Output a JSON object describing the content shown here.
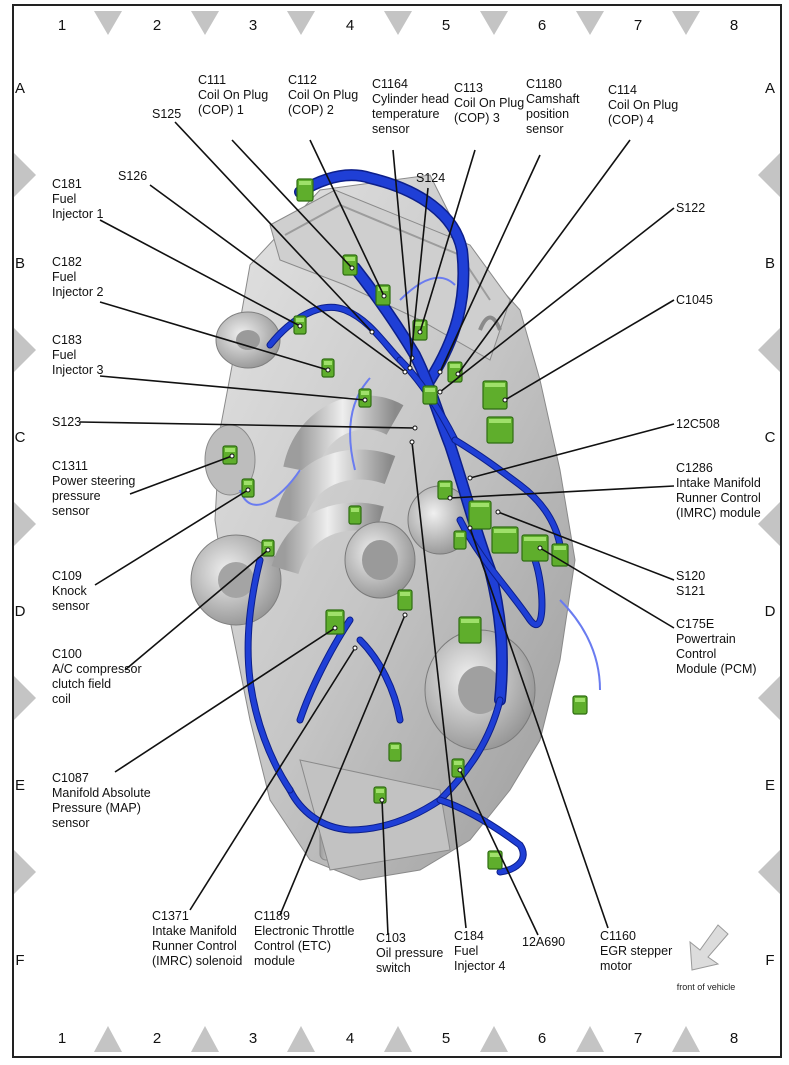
{
  "grid": {
    "columns": [
      "1",
      "2",
      "3",
      "4",
      "5",
      "6",
      "7",
      "8"
    ],
    "rows": [
      "A",
      "B",
      "C",
      "D",
      "E",
      "F"
    ]
  },
  "callouts": [
    {
      "id": "c111",
      "lines": [
        "C111",
        "Coil On Plug",
        "(COP) 1"
      ]
    },
    {
      "id": "c112",
      "lines": [
        "C112",
        "Coil On Plug",
        "(COP) 2"
      ]
    },
    {
      "id": "c1164",
      "lines": [
        "C1164",
        "Cylinder head",
        "temperature",
        "sensor"
      ]
    },
    {
      "id": "c113",
      "lines": [
        "C113",
        "Coil On Plug",
        "(COP) 3"
      ]
    },
    {
      "id": "c1180",
      "lines": [
        "C1180",
        "Camshaft",
        "position",
        "sensor"
      ]
    },
    {
      "id": "c114",
      "lines": [
        "C114",
        "Coil On Plug",
        "(COP) 4"
      ]
    },
    {
      "id": "s125",
      "lines": [
        "S125"
      ]
    },
    {
      "id": "s126",
      "lines": [
        "S126"
      ]
    },
    {
      "id": "s124",
      "lines": [
        "S124"
      ]
    },
    {
      "id": "s122",
      "lines": [
        "S122"
      ]
    },
    {
      "id": "c181",
      "lines": [
        "C181",
        "Fuel",
        "Injector 1"
      ]
    },
    {
      "id": "c182",
      "lines": [
        "C182",
        "Fuel",
        "Injector 2"
      ]
    },
    {
      "id": "c183",
      "lines": [
        "C183",
        "Fuel",
        "Injector 3"
      ]
    },
    {
      "id": "c1045",
      "lines": [
        "C1045"
      ]
    },
    {
      "id": "s123",
      "lines": [
        "S123"
      ]
    },
    {
      "id": "c12c508",
      "lines": [
        "12C508"
      ]
    },
    {
      "id": "c1311",
      "lines": [
        "C1311",
        "Power steering",
        "pressure",
        "sensor"
      ]
    },
    {
      "id": "c1286",
      "lines": [
        "C1286",
        "Intake Manifold",
        "Runner Control",
        "(IMRC) module"
      ]
    },
    {
      "id": "c109",
      "lines": [
        "C109",
        "Knock",
        "sensor"
      ]
    },
    {
      "id": "s120",
      "lines": [
        "S120",
        "S121"
      ]
    },
    {
      "id": "c175e",
      "lines": [
        "C175E",
        "Powertrain",
        "Control",
        "Module (PCM)"
      ]
    },
    {
      "id": "c100",
      "lines": [
        "C100",
        "A/C compressor",
        "clutch field",
        "coil"
      ]
    },
    {
      "id": "c1087",
      "lines": [
        "C1087",
        "Manifold Absolute",
        "Pressure (MAP)",
        "sensor"
      ]
    },
    {
      "id": "c1371",
      "lines": [
        "C1371",
        "Intake Manifold",
        "Runner Control",
        "(IMRC) solenoid"
      ]
    },
    {
      "id": "c1189",
      "lines": [
        "C1189",
        "Electronic Throttle",
        "Control (ETC)",
        "module"
      ]
    },
    {
      "id": "c103",
      "lines": [
        "C103",
        "Oil pressure",
        "switch"
      ]
    },
    {
      "id": "c184",
      "lines": [
        "C184",
        "Fuel",
        "Injector 4"
      ]
    },
    {
      "id": "c12a690",
      "lines": [
        "12A690"
      ]
    },
    {
      "id": "c1160",
      "lines": [
        "C1160",
        "EGR stepper",
        "motor"
      ]
    }
  ],
  "orientation_label": "front of vehicle",
  "colors": {
    "harness": "#1f3fd6",
    "harness_dark": "#0d1f8a",
    "connector": "#5fae2c",
    "connector_dark": "#2f6d12",
    "engine_light": "#d8d8d8",
    "engine_mid": "#b5b5b5",
    "engine_dark": "#8c8c8c",
    "marker": "#c4c4c4"
  }
}
